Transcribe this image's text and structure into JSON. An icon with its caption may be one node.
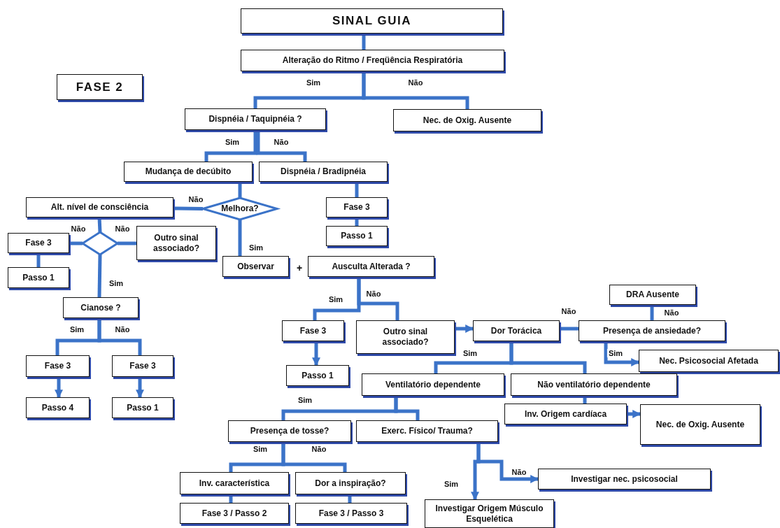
{
  "diagram": {
    "nodes": [
      {
        "text": [
          "SINAL GUIA"
        ]
      },
      {
        "text": [
          "Alteração do Ritmo / Freqüência Respiratória"
        ]
      },
      {
        "text": [
          "FASE 2"
        ]
      },
      {
        "text": [
          "Dispnéia / Taquipnéia ?"
        ]
      },
      {
        "text": [
          "Nec. de Oxig. Ausente"
        ]
      },
      {
        "text": [
          "Mudança de decúbito"
        ]
      },
      {
        "text": [
          "Dispnéia / Bradipnéia"
        ]
      },
      {
        "text": [
          "Melhora?"
        ]
      },
      {
        "text": [
          "Alt. nível de consciência"
        ]
      },
      {
        "text": [
          "Fase 3"
        ]
      },
      {
        "text": [
          "Passo 1"
        ]
      },
      {
        "text": [],
        "shape": "diamond"
      },
      {
        "text": [
          "Fase 3"
        ]
      },
      {
        "text": [
          "Outro sinal associado?"
        ]
      },
      {
        "text": [
          "Passo 1"
        ]
      },
      {
        "text": [
          "Observar"
        ]
      },
      {
        "text": [
          "Ausculta Alterada ?"
        ]
      },
      {
        "text": [
          "Cianose ?"
        ]
      },
      {
        "text": [
          "Fase 3"
        ]
      },
      {
        "text": [
          "Outro sinal associado?"
        ]
      },
      {
        "text": [
          "Dor Torácica"
        ]
      },
      {
        "text": [
          "DRA Ausente"
        ]
      },
      {
        "text": [
          "Presença de ansiedade?"
        ]
      },
      {
        "text": [
          "Passo 1"
        ]
      },
      {
        "text": [
          "Nec. Psicosocial Afetada"
        ]
      },
      {
        "text": [
          "Fase 3"
        ]
      },
      {
        "text": [
          "Fase 3"
        ]
      },
      {
        "text": [
          "Ventilatório dependente"
        ]
      },
      {
        "text": [
          "Não ventilatório dependente"
        ]
      },
      {
        "text": [
          "Passo 4"
        ]
      },
      {
        "text": [
          "Passo 1"
        ]
      },
      {
        "text": [
          "Inv. Origem cardíaca"
        ]
      },
      {
        "text": [
          "Nec. de Oxig. Ausente"
        ]
      },
      {
        "text": [
          "Presença de tosse?"
        ]
      },
      {
        "text": [
          "Exerc. Físico/ Trauma?"
        ]
      },
      {
        "text": [
          "Inv. característica"
        ]
      },
      {
        "text": [
          "Dor a inspiração?"
        ]
      },
      {
        "text": [
          "Investigar nec. psicosocial"
        ]
      },
      {
        "text": [
          "Fase 3 / Passo 2"
        ]
      },
      {
        "text": [
          "Fase 3 / Passo 3"
        ]
      },
      {
        "text": [
          "Investigar Origem Músculo Esquelética"
        ]
      }
    ],
    "edges": [
      {
        "from": 0,
        "to": 1,
        "arrow": "none"
      },
      {
        "from": 1,
        "to": 3,
        "arrow": "none",
        "label": "Sim"
      },
      {
        "from": 1,
        "to": 4,
        "arrow": "none",
        "label": "Não"
      },
      {
        "from": 3,
        "to": 5,
        "arrow": "none",
        "label": "Sim"
      },
      {
        "from": 3,
        "to": 6,
        "arrow": "none",
        "label": "Não"
      },
      {
        "from": 5,
        "to": 7,
        "arrow": "none"
      },
      {
        "from": 7,
        "to": 8,
        "arrow": "none",
        "label": "Não"
      },
      {
        "from": 7,
        "to": 15,
        "arrow": "none",
        "label": "Sim"
      },
      {
        "from": 6,
        "to": 9,
        "arrow": "none"
      },
      {
        "from": 9,
        "to": 10,
        "arrow": "none"
      },
      {
        "from": 8,
        "to": 11,
        "arrow": "none"
      },
      {
        "from": 11,
        "to": 12,
        "arrow": "none",
        "label": "Não"
      },
      {
        "from": 11,
        "to": 13,
        "arrow": "none",
        "label": "Não"
      },
      {
        "from": 12,
        "to": 14,
        "arrow": "none"
      },
      {
        "from": 11,
        "to": 17,
        "arrow": "none",
        "label": "Sim"
      },
      {
        "from": 17,
        "to": 25,
        "arrow": "none",
        "label": "Sim"
      },
      {
        "from": 17,
        "to": 26,
        "arrow": "none",
        "label": "Não"
      },
      {
        "from": 25,
        "to": 29,
        "arrow": "to"
      },
      {
        "from": 26,
        "to": 30,
        "arrow": "to"
      },
      {
        "from": 16,
        "to": 18,
        "arrow": "none",
        "label": "Sim"
      },
      {
        "from": 16,
        "to": 19,
        "arrow": "none",
        "label": "Não"
      },
      {
        "from": 18,
        "to": 23,
        "arrow": "to"
      },
      {
        "from": 19,
        "to": 20,
        "arrow": "to"
      },
      {
        "from": 20,
        "to": 22,
        "arrow": "none",
        "label": "Não"
      },
      {
        "from": 22,
        "to": 21,
        "arrow": "none",
        "label": "Não"
      },
      {
        "from": 22,
        "to": 24,
        "arrow": "to",
        "label": "Sim"
      },
      {
        "from": 20,
        "to": 27,
        "arrow": "none",
        "label": "Sim"
      },
      {
        "from": 20,
        "to": 28,
        "arrow": "none"
      },
      {
        "from": 28,
        "to": 31,
        "arrow": "none"
      },
      {
        "from": 31,
        "to": 32,
        "arrow": "to"
      },
      {
        "from": 27,
        "to": 33,
        "arrow": "none",
        "label": "Sim"
      },
      {
        "from": 27,
        "to": 34,
        "arrow": "none"
      },
      {
        "from": 33,
        "to": 35,
        "arrow": "none",
        "label": "Sim"
      },
      {
        "from": 33,
        "to": 36,
        "arrow": "none",
        "label": "Não"
      },
      {
        "from": 35,
        "to": 38,
        "arrow": "none"
      },
      {
        "from": 36,
        "to": 39,
        "arrow": "none"
      },
      {
        "from": 34,
        "to": 40,
        "arrow": "to",
        "label": "Sim"
      },
      {
        "from": 34,
        "to": 37,
        "arrow": "to",
        "label": "Não"
      }
    ],
    "labels": [
      "+"
    ]
  }
}
